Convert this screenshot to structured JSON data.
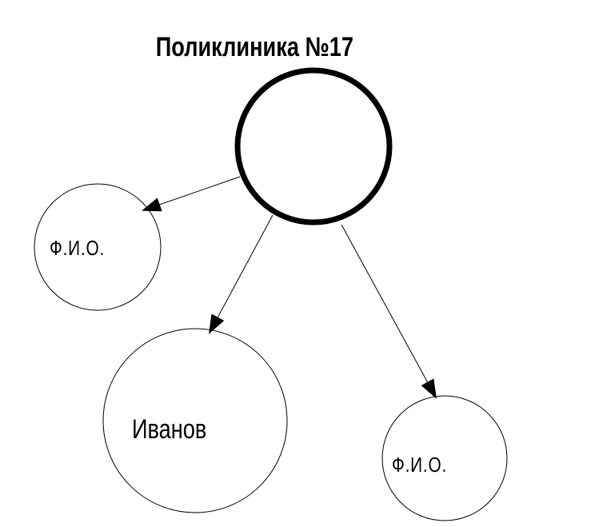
{
  "diagram": {
    "title": "Поликлиника №17",
    "nodes": {
      "root": {
        "label": ""
      },
      "left": {
        "label": "Ф.И.О."
      },
      "bottom": {
        "label": "Иванов"
      },
      "right": {
        "label": "Ф.И.О."
      }
    },
    "edges": [
      {
        "from": "root",
        "to": "left"
      },
      {
        "from": "root",
        "to": "bottom"
      },
      {
        "from": "root",
        "to": "right"
      }
    ],
    "colors": {
      "stroke": "#000000",
      "background": "#ffffff"
    }
  }
}
